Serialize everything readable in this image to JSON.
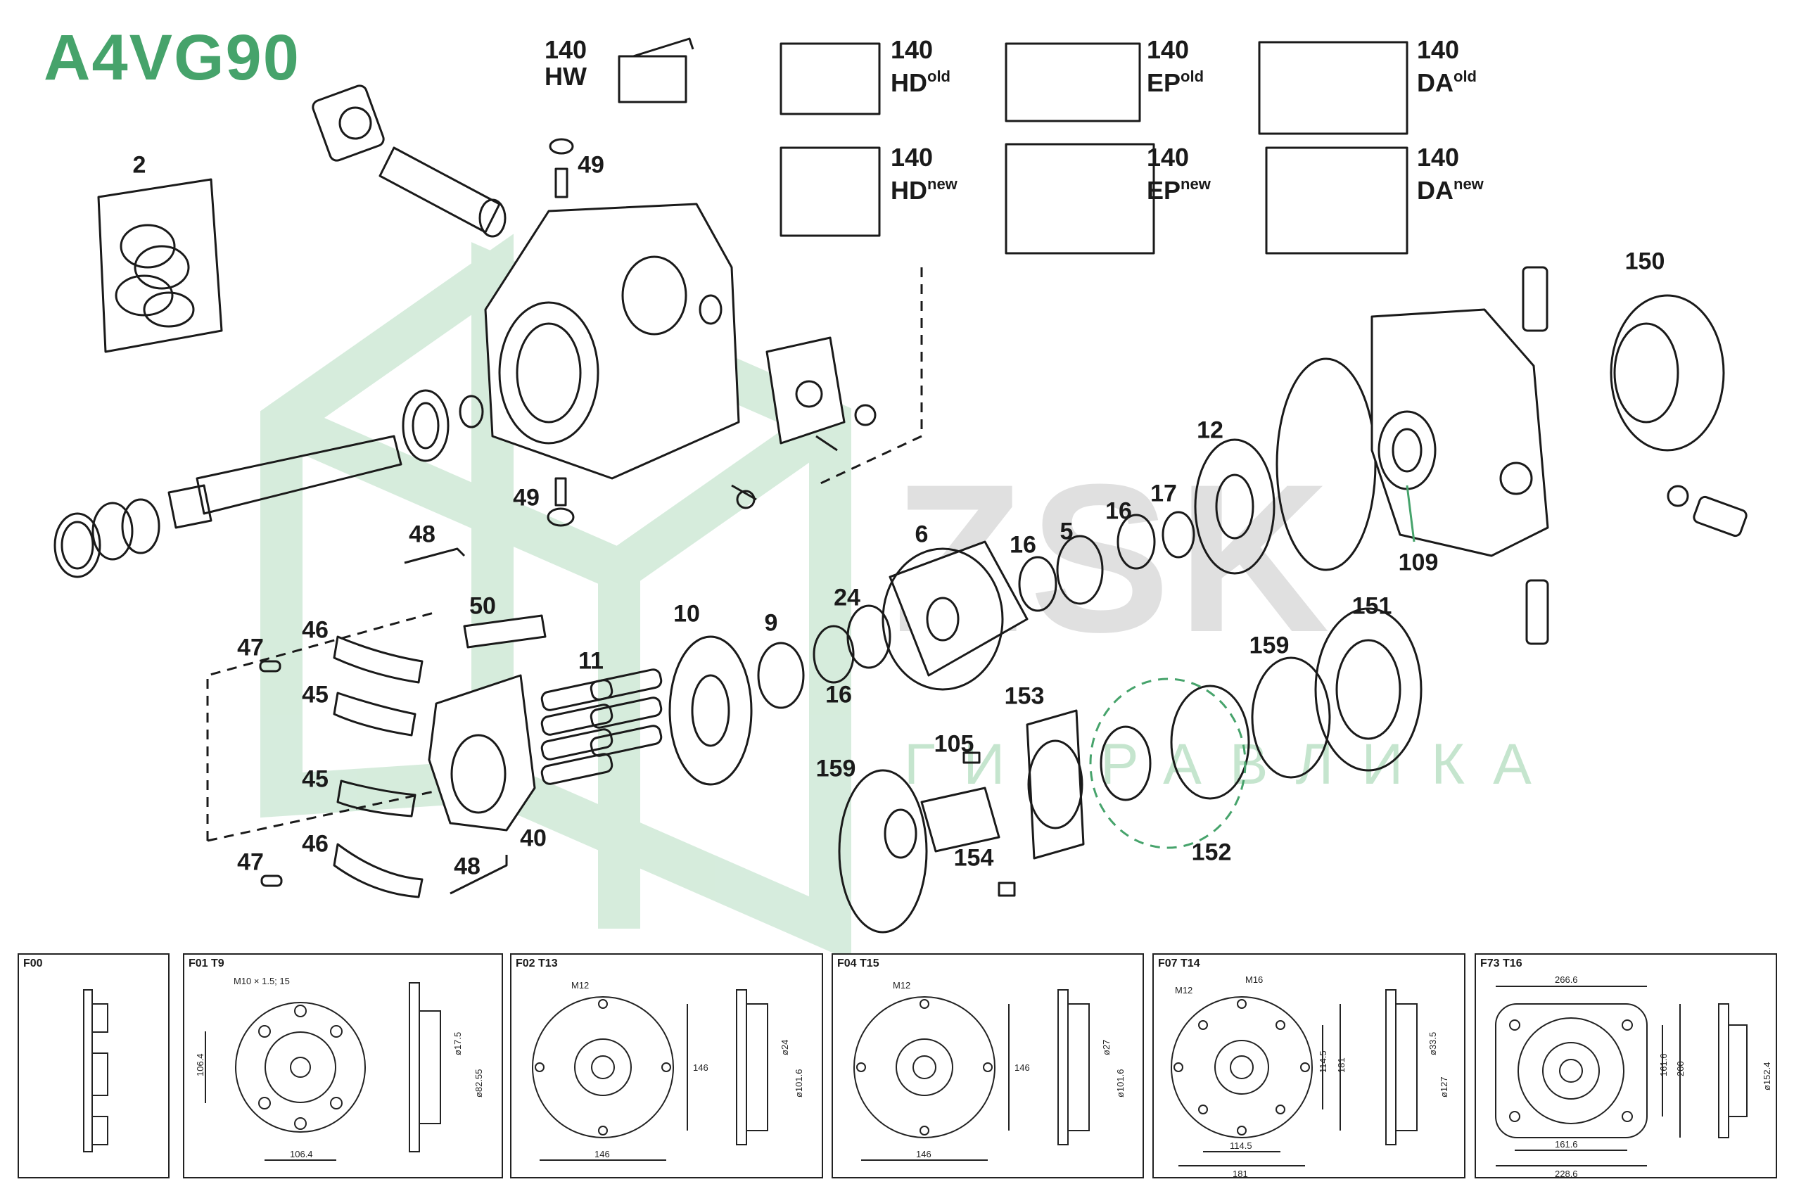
{
  "title": "A4VG90",
  "part_labels": {
    "p2": "2",
    "p49a": "49",
    "p49b": "49",
    "p48a": "48",
    "p48b": "48",
    "p50": "50",
    "p47a": "47",
    "p47b": "47",
    "p46a": "46",
    "p46b": "46",
    "p45a": "45",
    "p45b": "45",
    "p11": "11",
    "p10": "10",
    "p9": "9",
    "p24": "24",
    "p16a": "16",
    "p16b": "16",
    "p16c": "16",
    "p6": "6",
    "p5": "5",
    "p17": "17",
    "p12": "12",
    "p40": "40",
    "p159a": "159",
    "p159b": "159",
    "p105": "105",
    "p154": "154",
    "p153": "153",
    "p152": "152",
    "p151": "151",
    "p150": "150",
    "p109": "109"
  },
  "valves": [
    {
      "num": "140",
      "code": "HW",
      "sup": ""
    },
    {
      "num": "140",
      "code": "HD",
      "sup": "old"
    },
    {
      "num": "140",
      "code": "HD",
      "sup": "new"
    },
    {
      "num": "140",
      "code": "EP",
      "sup": "old"
    },
    {
      "num": "140",
      "code": "EP",
      "sup": "new"
    },
    {
      "num": "140",
      "code": "DA",
      "sup": "old"
    },
    {
      "num": "140",
      "code": "DA",
      "sup": "new"
    }
  ],
  "watermark": {
    "letters": "ZSK",
    "subtitle": "ГИДРАВЛИКА",
    "color": "#46a36b"
  },
  "flanges": [
    {
      "label": "F00",
      "dims": []
    },
    {
      "label": "F01 T9",
      "dims": [
        "M10 × 1.5; 15",
        "106.4",
        "106.4",
        "ø17.5",
        "ø82.55"
      ]
    },
    {
      "label": "F02 T13",
      "dims": [
        "M12",
        "146",
        "146",
        "ø24",
        "ø101.6"
      ]
    },
    {
      "label": "F04 T15",
      "dims": [
        "M12",
        "146",
        "146",
        "ø27",
        "ø101.6"
      ]
    },
    {
      "label": "F07 T14",
      "dims": [
        "M12",
        "M16",
        "114.5",
        "181",
        "114.5",
        "181",
        "ø33.5",
        "ø127"
      ]
    },
    {
      "label": "F73 T16",
      "dims": [
        "266.6",
        "161.6",
        "200",
        "161.6",
        "228.6",
        "ø152.4"
      ]
    }
  ]
}
